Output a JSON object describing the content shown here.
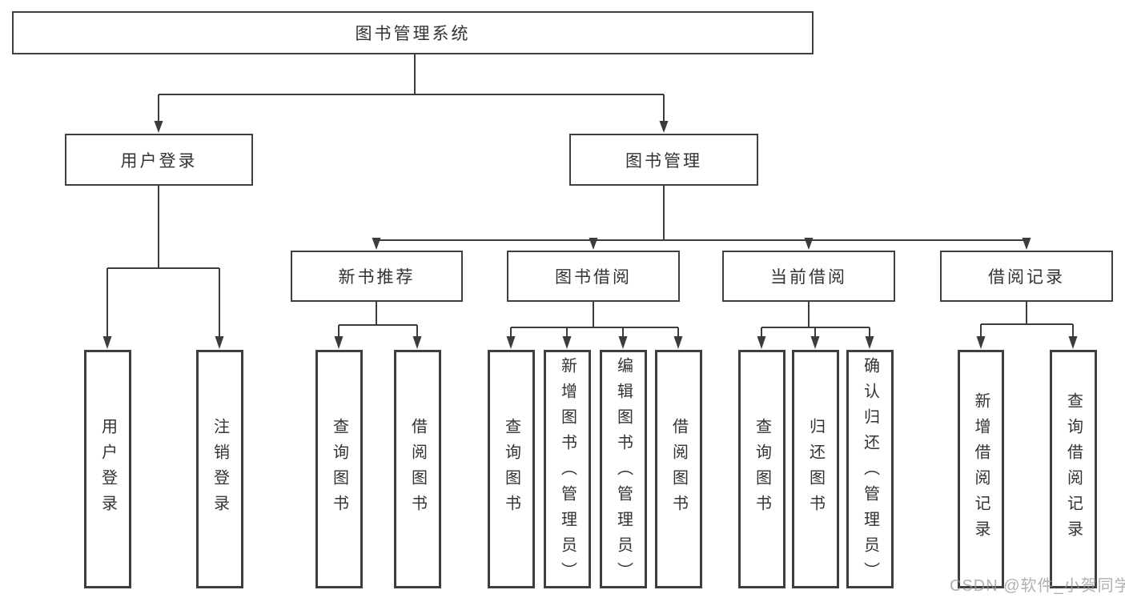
{
  "diagram_title": "图书管理系统",
  "tree": {
    "label": "图书管理系统",
    "children": [
      {
        "label": "用户登录",
        "children": [
          {
            "label": "用户登录"
          },
          {
            "label": "注销登录"
          }
        ]
      },
      {
        "label": "图书管理",
        "children": [
          {
            "label": "新书推荐",
            "children": [
              {
                "label": "查询图书"
              },
              {
                "label": "借阅图书"
              }
            ]
          },
          {
            "label": "图书借阅",
            "children": [
              {
                "label": "查询图书"
              },
              {
                "label": "新增图书（管理员）"
              },
              {
                "label": "编辑图书（管理员）"
              },
              {
                "label": "借阅图书"
              }
            ]
          },
          {
            "label": "当前借阅",
            "children": [
              {
                "label": "查询图书"
              },
              {
                "label": "归还图书"
              },
              {
                "label": "确认归还（管理员）"
              }
            ]
          },
          {
            "label": "借阅记录",
            "children": [
              {
                "label": "新增借阅记录"
              },
              {
                "label": "查询借阅记录"
              }
            ]
          }
        ]
      }
    ]
  },
  "watermark": {
    "text": "CSDN @软件_小贺同学"
  },
  "colors": {
    "line": "#3c3c3c",
    "box_border": "#3f3f3f",
    "text": "#333333",
    "background": "#ffffff",
    "watermark": "#969696"
  }
}
